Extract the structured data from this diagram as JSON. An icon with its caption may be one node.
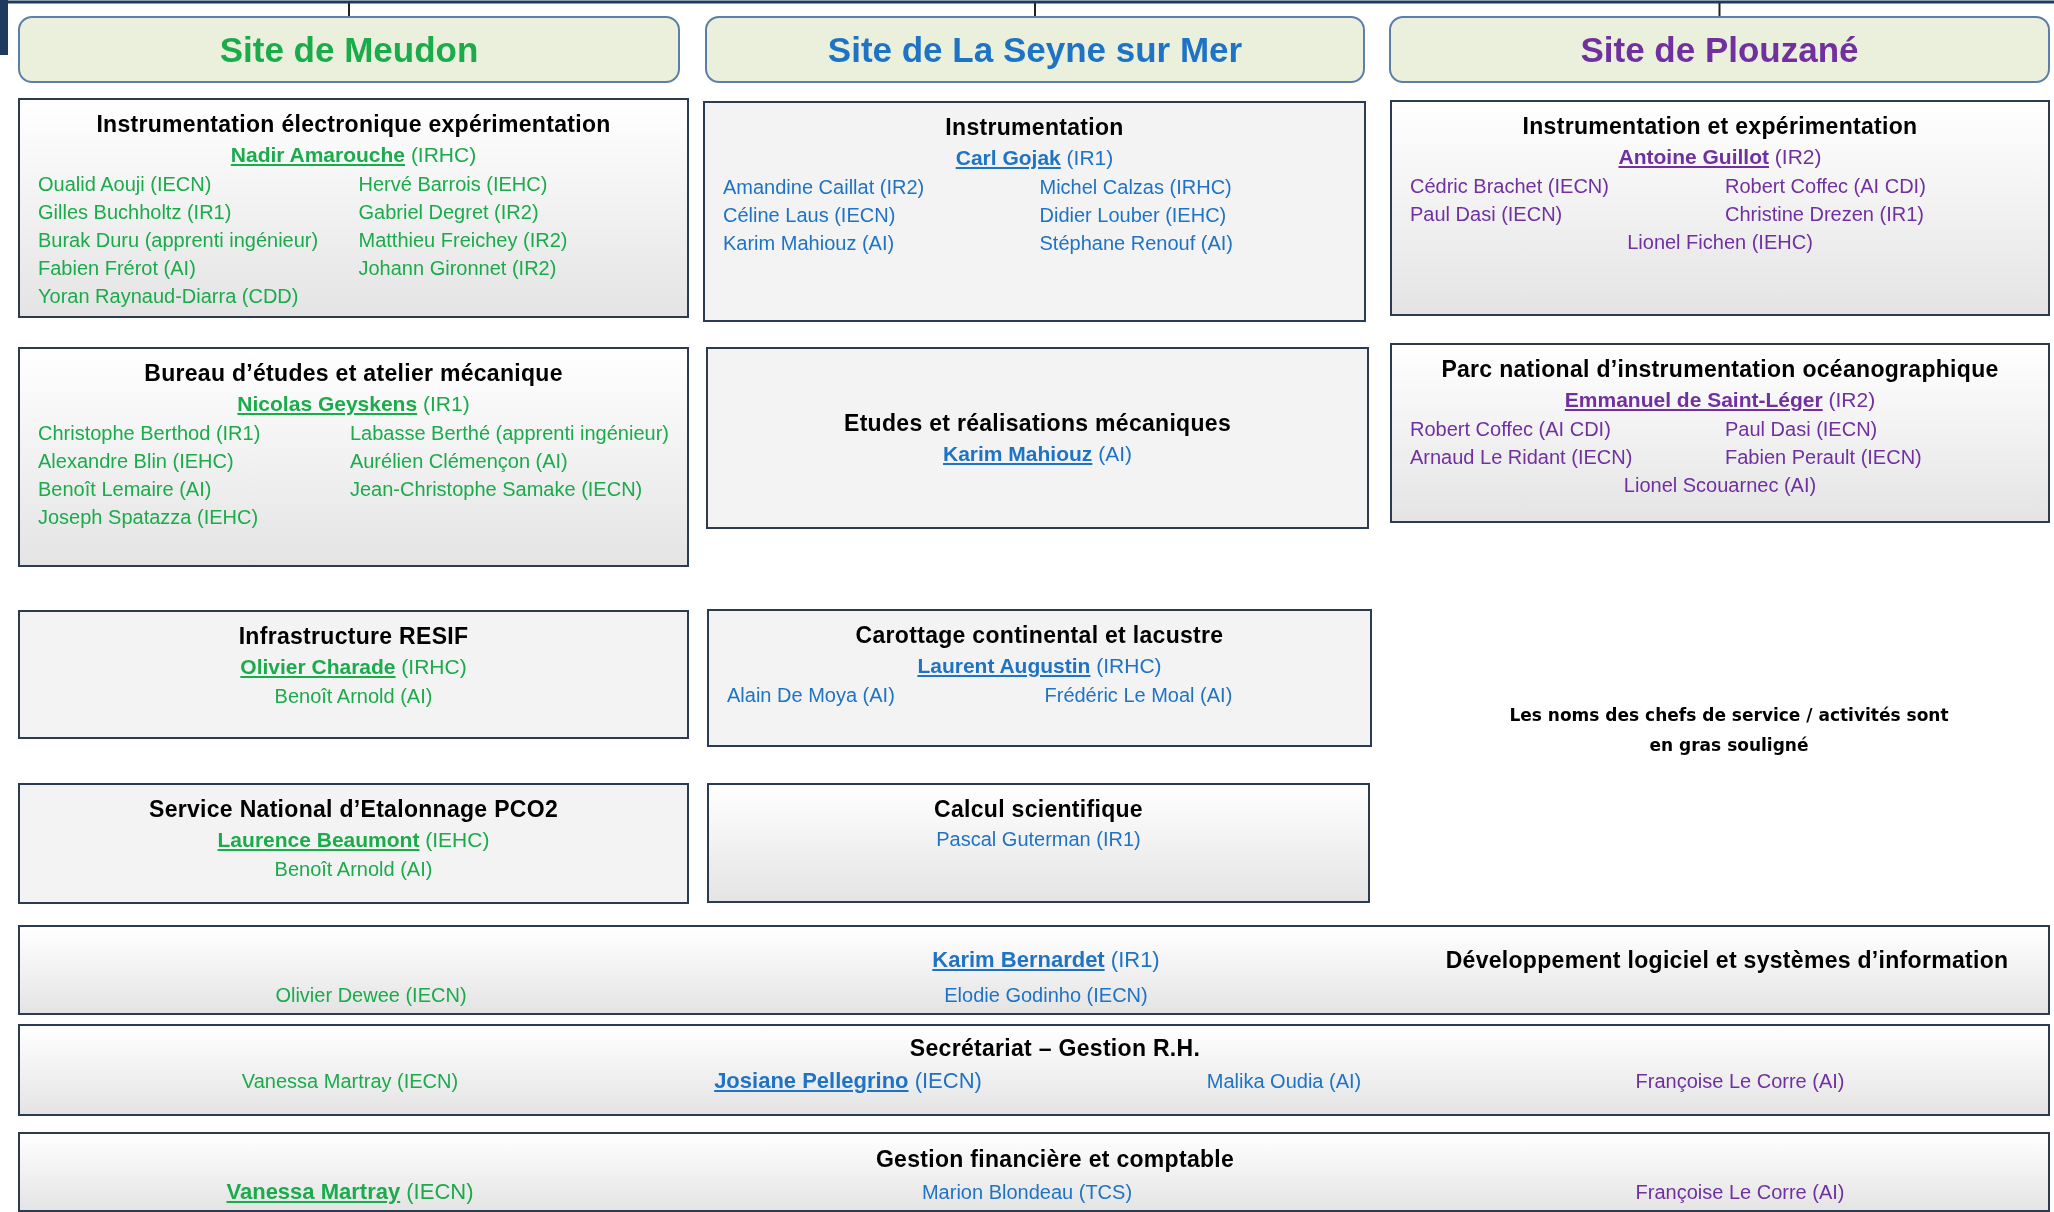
{
  "diagram": {
    "nodes": [
      {
        "text": [
          "Site de Meudon"
        ]
      },
      {
        "text": [
          "Site de La Seyne sur Mer"
        ]
      },
      {
        "text": [
          "Site de Plouzané"
        ]
      },
      {
        "text": [
          "Instrumentation électronique expérimentation",
          "**Nadir Amarouche** (IRHC)",
          "Oualid Aouji (IECN)",
          "Hervé Barrois (IEHC)",
          "Gilles Buchholtz (IR1)",
          "Gabriel Degret (IR2)",
          "Burak Duru (apprenti ingénieur)",
          "Matthieu Freichey (IR2)",
          "Fabien Frérot (AI)",
          "Johann Gironnet (IR2)",
          "Yoran Raynaud-Diarra (CDD)"
        ]
      },
      {
        "text": [
          "Instrumentation",
          "**Carl Gojak** (IR1)",
          "Amandine Caillat (IR2)",
          "Michel Calzas (IRHC)",
          "Céline Laus (IECN)",
          "Didier Louber (IEHC)",
          "Karim Mahiouz (AI)",
          "Stéphane Renouf (AI)"
        ]
      },
      {
        "text": [
          "Instrumentation et expérimentation",
          "**Antoine Guillot** (IR2)",
          "Cédric Brachet (IECN)",
          "Robert Coffec (AI CDI)",
          "Paul Dasi (IECN)",
          "Christine Drezen (IR1)",
          "Lionel Fichen (IEHC)"
        ]
      },
      {
        "text": [
          "Bureau d’études et atelier mécanique",
          "**Nicolas Geyskens** (IR1)",
          "Christophe Berthod (IR1)",
          "Labasse Berthé (apprenti ingénieur)",
          "Alexandre Blin (IEHC)",
          "Aurélien Clémençon (AI)",
          "Benoît Lemaire (AI)",
          "Jean-Christophe Samake (IECN)",
          "Joseph Spatazza (IEHC)"
        ]
      },
      {
        "text": [
          "Etudes et réalisations mécaniques",
          "**Karim Mahiouz** (AI)"
        ]
      },
      {
        "text": [
          "Parc national d’instrumentation océanographique",
          "**Emmanuel de Saint-Léger** (IR2)",
          "Robert Coffec (AI CDI)",
          "Paul Dasi (IECN)",
          "Arnaud Le Ridant (IECN)",
          "Fabien Perault (IECN)",
          "Lionel Scouarnec (AI)"
        ]
      },
      {
        "text": [
          "Infrastructure RESIF",
          "**Olivier Charade** (IRHC)",
          "Benoît Arnold (AI)"
        ]
      },
      {
        "text": [
          "Carottage continental et lacustre",
          "**Laurent Augustin** (IRHC)",
          "Alain De Moya (AI)",
          "Frédéric Le Moal (AI)"
        ]
      },
      {
        "text": [
          "Service National d’Etalonnage PCO2",
          "**Laurence Beaumont** (IEHC)",
          "Benoît Arnold (AI)"
        ]
      },
      {
        "text": [
          "Calcul scientifique",
          "Pascal Guterman (IR1)"
        ]
      },
      {
        "text": [
          "**Karim Bernardet** (IR1)",
          "Développement logiciel et systèmes d’information",
          "Olivier Dewee (IECN)",
          "Elodie Godinho (IECN)"
        ]
      },
      {
        "text": [
          "Secrétariat – Gestion R.H.",
          "Vanessa Martray (IECN)",
          "**Josiane Pellegrino** (IECN)",
          "Malika Oudia (AI)",
          "Françoise Le Corre (AI)"
        ]
      },
      {
        "text": [
          "Gestion financière et comptable",
          "**Vanessa Martray** (IECN)",
          "Marion Blondeau (TCS)",
          "Françoise Le Corre (AI)"
        ]
      }
    ],
    "edges": [
      {
        "from": null,
        "to": 0,
        "arrow": "none"
      },
      {
        "from": null,
        "to": 1,
        "arrow": "none"
      },
      {
        "from": null,
        "to": 2,
        "arrow": "none"
      }
    ],
    "labels": [
      "Les noms des chefs de service / activités sont en gras souligné"
    ]
  }
}
